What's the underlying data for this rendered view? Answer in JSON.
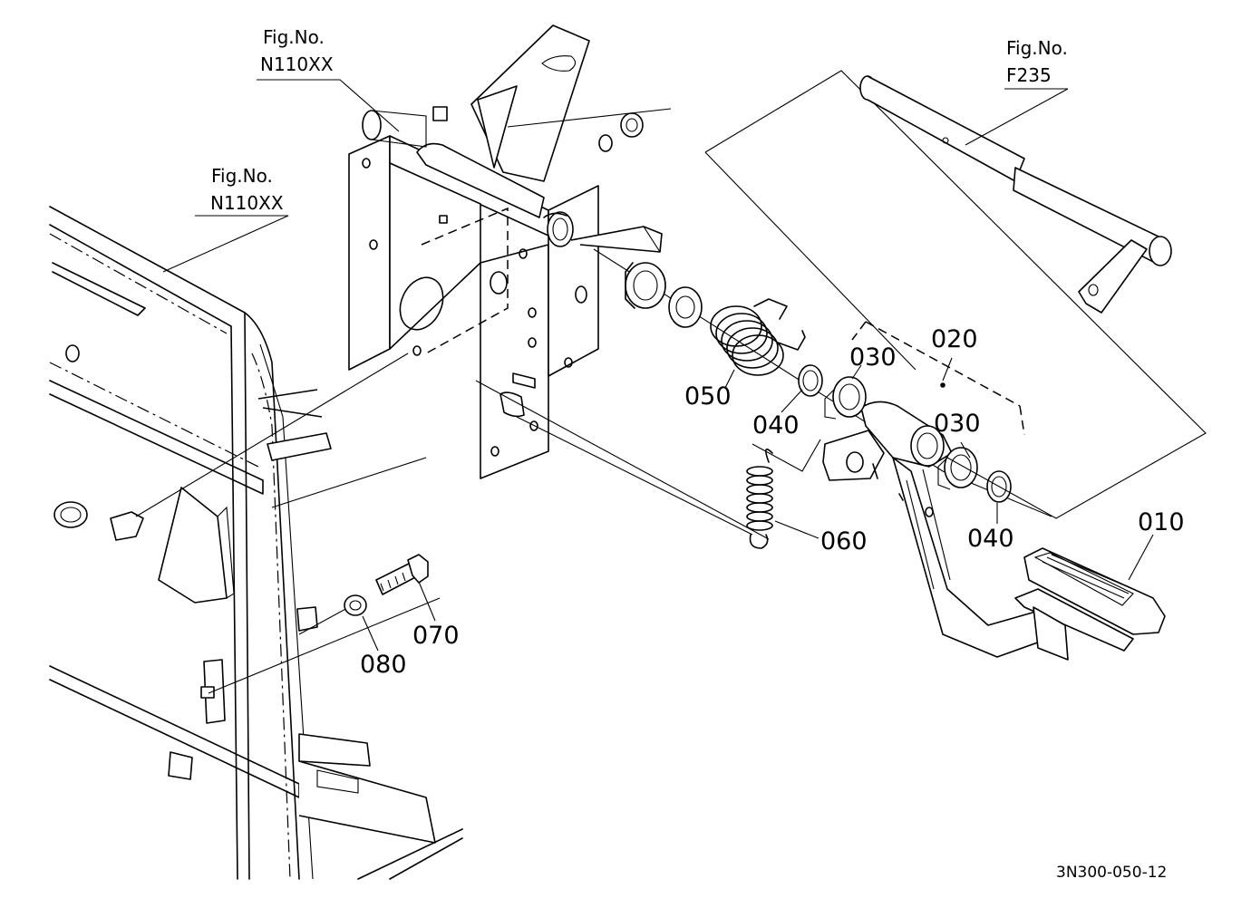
{
  "figure_refs": [
    {
      "prefix": "Fig.No.",
      "number": "N110XX"
    },
    {
      "prefix": "Fig.No.",
      "number": "N110XX"
    },
    {
      "prefix": "Fig.No.",
      "number": "F235"
    }
  ],
  "parts": [
    "010",
    "020",
    "030",
    "030",
    "040",
    "040",
    "050",
    "060",
    "070",
    "080"
  ],
  "drawing_code": "3N300-050-12"
}
